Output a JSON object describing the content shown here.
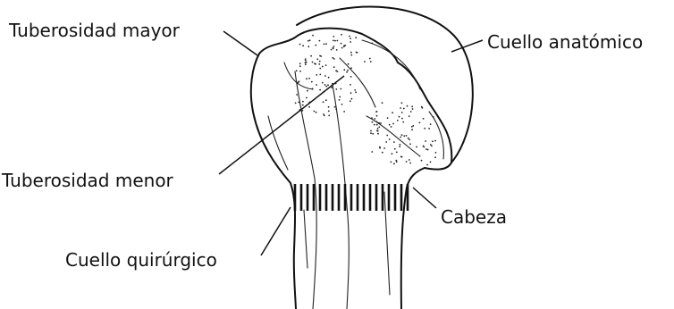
{
  "labels": {
    "tuberosidad_mayor": "Tuberosidad mayor",
    "cuello_anatomico": "Cuello anatómico",
    "tuberosidad_menor": "Tuberosidad menor",
    "cabeza": "Cabeza",
    "cuello_quirurgico": "Cuello quirúrgico"
  },
  "colors": {
    "ink": "#111111",
    "background": "#ffffff"
  }
}
